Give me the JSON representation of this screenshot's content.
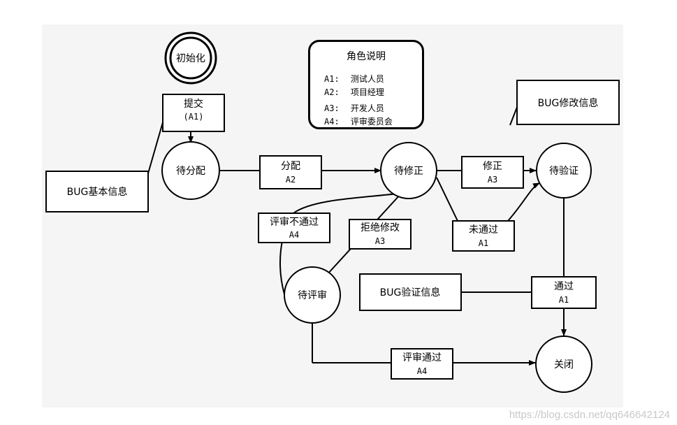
{
  "nodes": {
    "init": "初始化",
    "submit_line1": "提交",
    "submit_line2": "(A1)",
    "bug_basic": "BUG基本信息",
    "pending_assign": "待分配",
    "assign_line1": "分配",
    "assign_line2": "A2",
    "pending_fix": "待修正",
    "fix_line1": "修正",
    "fix_line2": "A3",
    "bug_modify": "BUG修改信息",
    "pending_verify": "待验证",
    "notpass_line1": "未通过",
    "notpass_line2": "A1",
    "review_notpass_line1": "评审不通过",
    "review_notpass_line2": "A4",
    "reject_line1": "拒绝修改",
    "reject_line2": "A3",
    "pending_review": "待评审",
    "bug_verify": "BUG验证信息",
    "pass_line1": "通过",
    "pass_line2": "A1",
    "review_pass_line1": "评审通过",
    "review_pass_line2": "A4",
    "closed": "关闭"
  },
  "legend": {
    "title": "角色说明",
    "rows": [
      {
        "code": "A1:",
        "role": "测试人员"
      },
      {
        "code": "A2:",
        "role": "项目经理"
      },
      {
        "code": "A3:",
        "role": "开发人员"
      },
      {
        "code": "A4:",
        "role": "评审委员会"
      }
    ]
  },
  "watermark": "https://blog.csdn.net/qq646642124"
}
